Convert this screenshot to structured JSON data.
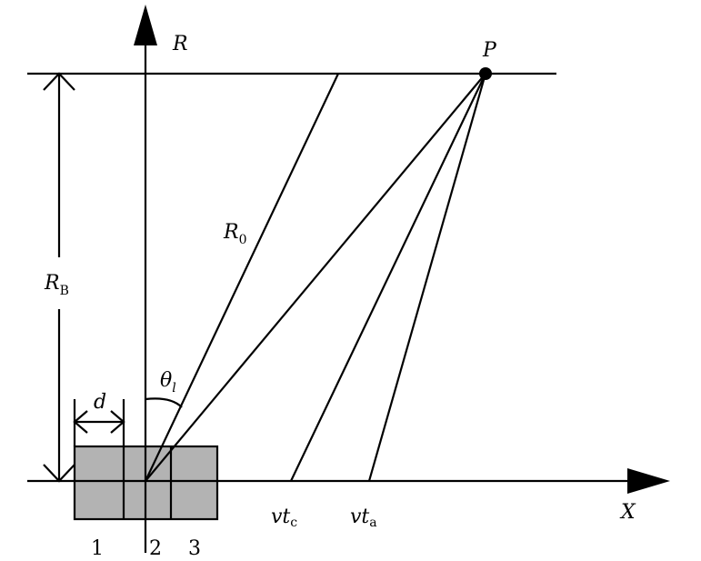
{
  "labels": {
    "r_axis": "R",
    "x_axis": "X",
    "point": "P",
    "rb_main": "R",
    "rb_sub": "B",
    "r0_main": "R",
    "r0_sub": "0",
    "theta_main": "θ",
    "theta_sub": "l",
    "d": "d",
    "vtc_main": "vt",
    "vtc_sub": "c",
    "vta_main": "vt",
    "vta_sub": "a",
    "cell1": "1",
    "cell2": "2",
    "cell3": "3"
  },
  "colors": {
    "box_fill": "#b3b3b3",
    "stroke": "#000000"
  }
}
